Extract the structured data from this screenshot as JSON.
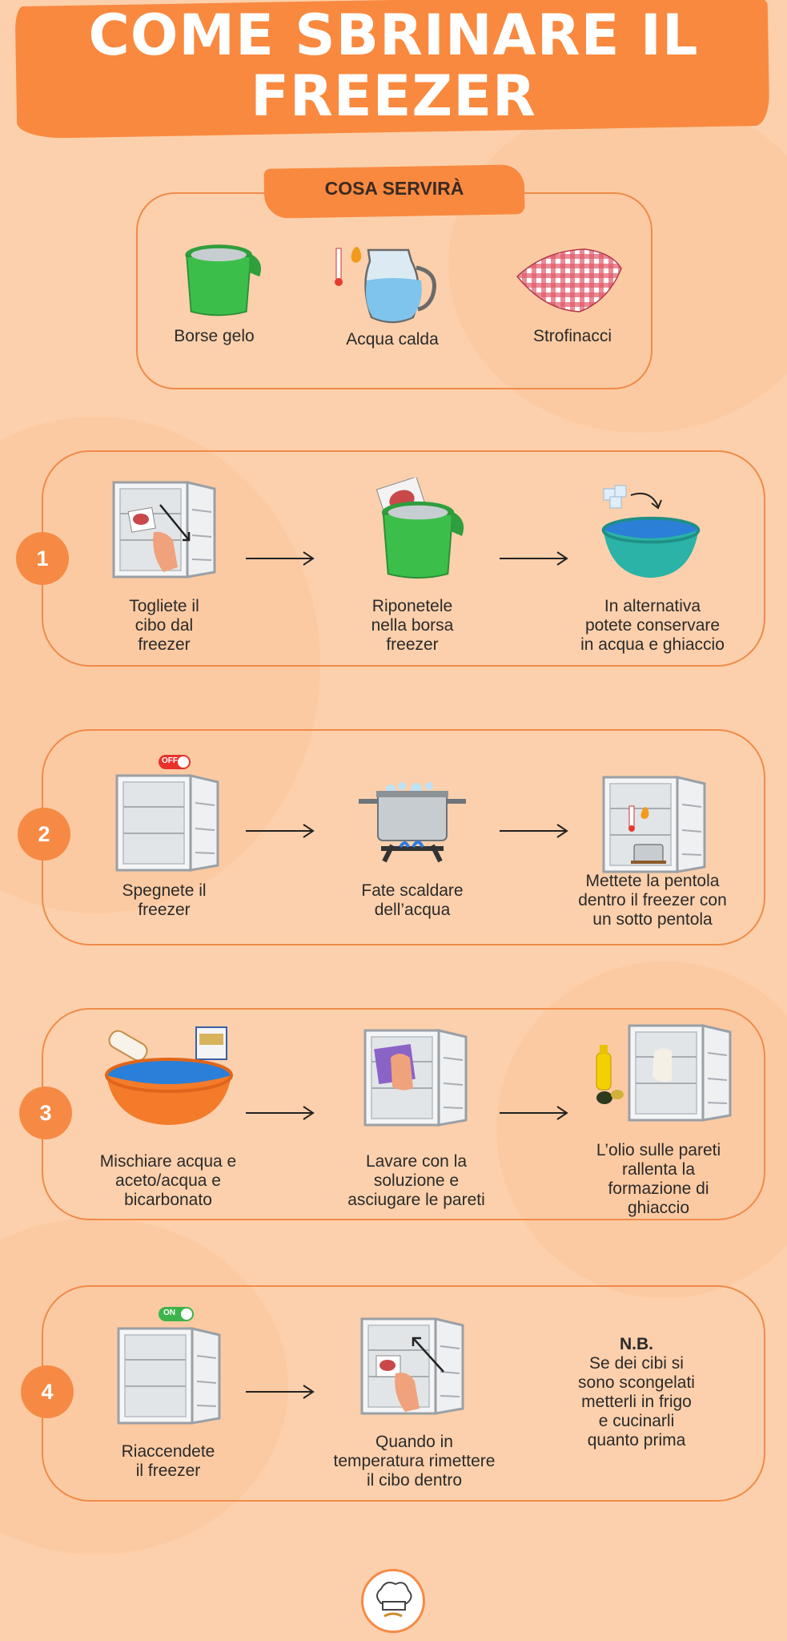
{
  "header": {
    "title_line1": "COME SBRINARE IL",
    "title_line2": "FREEZER"
  },
  "needs": {
    "heading": "COSA SERVIRÀ",
    "items": [
      {
        "label": "Borse gelo",
        "icon": "cooler-bag-icon"
      },
      {
        "label": "Acqua calda",
        "icon": "hot-water-jug-icon"
      },
      {
        "label": "Strofinacci",
        "icon": "cloth-icon"
      }
    ]
  },
  "steps": [
    {
      "number": "1",
      "items": [
        {
          "label": [
            "Togliete il",
            "cibo dal",
            "freezer"
          ],
          "icon": "open-freezer-hand-icon"
        },
        {
          "label": [
            "Riponetele",
            "nella borsa",
            "freezer"
          ],
          "icon": "food-in-bag-icon"
        },
        {
          "label": [
            "In alternativa",
            "potete conservare",
            "in acqua e ghiaccio"
          ],
          "icon": "water-basin-ice-icon"
        }
      ]
    },
    {
      "number": "2",
      "switch_label": "OFF",
      "items": [
        {
          "label": [
            "Spegnete il",
            "freezer"
          ],
          "icon": "freezer-off-icon"
        },
        {
          "label": [
            "Fate scaldare",
            "dell’acqua"
          ],
          "icon": "pot-on-stove-icon"
        },
        {
          "label": [
            "Mettete la pentola",
            "dentro il freezer con",
            "un sotto pentola"
          ],
          "icon": "pot-in-freezer-icon"
        }
      ]
    },
    {
      "number": "3",
      "items": [
        {
          "label": [
            "Mischiare acqua e",
            "aceto/acqua e",
            "bicarbonato"
          ],
          "icon": "basin-vinegar-icon"
        },
        {
          "label": [
            "Lavare con la",
            "soluzione e",
            "asciugare le pareti"
          ],
          "icon": "wash-freezer-icon"
        },
        {
          "label": [
            "L’olio sulle pareti",
            "rallenta la",
            "formazione di",
            "ghiaccio"
          ],
          "icon": "oil-freezer-icon"
        }
      ]
    },
    {
      "number": "4",
      "switch_label": "ON",
      "items": [
        {
          "label": [
            "Riaccendete",
            "il freezer"
          ],
          "icon": "freezer-on-icon"
        },
        {
          "label": [
            "Quando in",
            "temperatura rimettere",
            "il cibo dentro"
          ],
          "icon": "food-back-freezer-icon"
        }
      ],
      "note": {
        "title": "N.B.",
        "lines": [
          "Se dei cibi si",
          "sono scongelati",
          "metterli in frigo",
          "e cucinarli",
          "quanto prima"
        ]
      }
    }
  ],
  "colors": {
    "background": "#fcd0ac",
    "accent": "#f68a45",
    "border": "#ef8b49",
    "title_text": "#ffffff"
  },
  "footer": {
    "logo_icon": "chef-hat-logo-icon"
  }
}
